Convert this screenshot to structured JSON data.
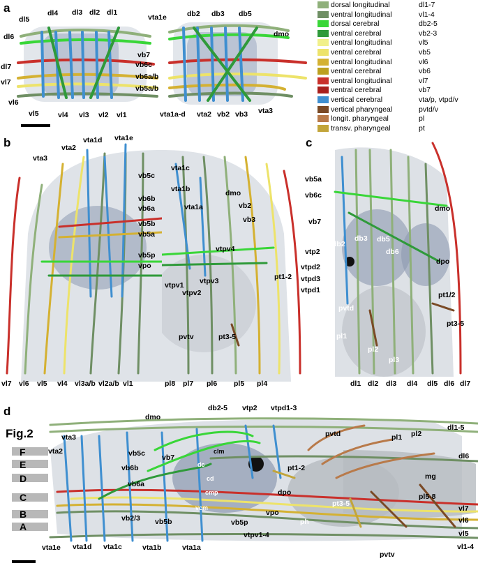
{
  "panels": {
    "a": "a",
    "b": "b",
    "c": "c",
    "d": "d"
  },
  "legend": [
    {
      "name": "dorsal longitudinal",
      "code": "dl1-7",
      "color": "#8fb07a"
    },
    {
      "name": "ventral longitudinal",
      "code": "vl1-4",
      "color": "#6f8f64"
    },
    {
      "name": "dorsal cerebral",
      "code": "db2-5",
      "color": "#39d638"
    },
    {
      "name": "ventral cerebral",
      "code": "vb2-3",
      "color": "#2f9a3a"
    },
    {
      "name": "ventral longitudinal",
      "code": "vl5",
      "color": "#f1f08a"
    },
    {
      "name": "ventral cerebral",
      "code": "vb5",
      "color": "#ede36a"
    },
    {
      "name": "ventral longitudinal",
      "code": "vl6",
      "color": "#d4b132"
    },
    {
      "name": "ventral cerebral",
      "code": "vb6",
      "color": "#bca020"
    },
    {
      "name": "ventral longitudinal",
      "code": "vl7",
      "color": "#c9302b"
    },
    {
      "name": "ventral cerebral",
      "code": "vb7",
      "color": "#a81f1c"
    },
    {
      "name": "vertical cerebral",
      "code": "vta/p, vtpd/v",
      "color": "#3f8fd0"
    },
    {
      "name": "vertical pharyngeal",
      "code": "pvtd/v",
      "color": "#7a4a26"
    },
    {
      "name": "longit. pharyngeal",
      "code": "pl",
      "color": "#b87a4a"
    },
    {
      "name": "transv. pharyngeal",
      "code": "pt",
      "color": "#c2a53a"
    }
  ],
  "labels_a": [
    "dl5",
    "dl4",
    "dl3",
    "dl2",
    "dl1",
    "dl6",
    "dl7",
    "vl7",
    "vl6",
    "vl5",
    "vl4",
    "vl3",
    "vl2",
    "vl1",
    "vta1e",
    "db2",
    "db3",
    "db5",
    "dmo",
    "vb7",
    "vb6c",
    "vb6a/b",
    "vb5a/b",
    "vta1a-d",
    "vta2",
    "vb2",
    "vb3",
    "vta3"
  ],
  "labels_b": [
    "vta1d",
    "vta1e",
    "vta2",
    "vta3",
    "vb5c",
    "vb6b",
    "vb6a",
    "vb5b",
    "vb5a",
    "vb5p",
    "vpo",
    "vl7",
    "vl6",
    "vl5",
    "vl4",
    "vl3a/b",
    "vl2a/b",
    "vl1",
    "vta1c",
    "vta1b",
    "dmo",
    "vta1a",
    "vb2",
    "vb3",
    "vtpv4",
    "vtpv1",
    "vtpv3",
    "vtpv2",
    "pt1-2",
    "pvtv",
    "pt3-5",
    "pl8",
    "pl7",
    "pl6",
    "pl5",
    "pl4"
  ],
  "labels_c": [
    "vb5a",
    "vb6c",
    "vb7",
    "vtp2",
    "vtpd2",
    "vtpd3",
    "vtpd1",
    "dmo",
    "db3",
    "db2",
    "db5",
    "db6",
    "dpo",
    "pt1/2",
    "pvtd",
    "pt3-5",
    "pl1",
    "pl2",
    "pl3",
    "dl1",
    "dl2",
    "dl3",
    "dl4",
    "dl5",
    "dl6",
    "dl7"
  ],
  "labels_d": [
    "dmo",
    "db2-5",
    "vtp2",
    "vtpd1-3",
    "dl1-5",
    "vta3",
    "vta2",
    "vb5c",
    "vb7",
    "clm",
    "dc",
    "cd",
    "cmp",
    "vcm",
    "vb6b",
    "vb6a",
    "pt1-2",
    "dpo",
    "vpo",
    "pvtd",
    "pl1",
    "pl2",
    "dl6",
    "mg",
    "pt3-5",
    "pl5-8",
    "vl7",
    "vl6",
    "vl5",
    "vl1-4",
    "vb2/3",
    "vb5b",
    "vb5p",
    "vtpv1-4",
    "ph",
    "vta1e",
    "vta1d",
    "vta1c",
    "vta1b",
    "vta1a",
    "pvtv"
  ],
  "fig2": {
    "title": "Fig.2",
    "letters": [
      "F",
      "E",
      "D",
      "C",
      "B",
      "A"
    ]
  }
}
